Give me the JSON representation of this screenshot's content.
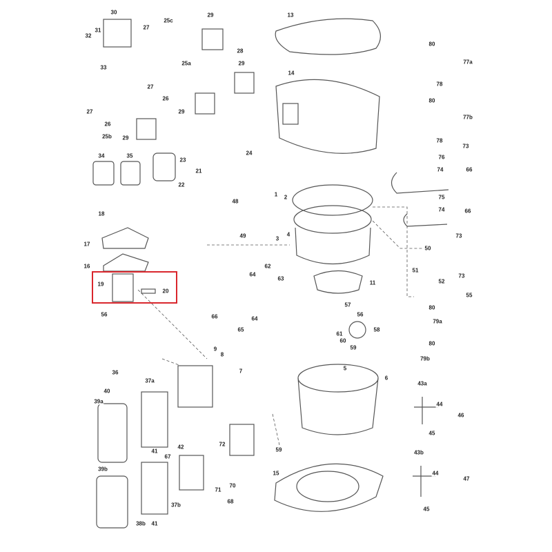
{
  "highlight_color": "#d9262c",
  "labels": [
    "30",
    "32",
    "31",
    "27",
    "33",
    "25c",
    "29",
    "28",
    "29",
    "25a",
    "27",
    "26",
    "29",
    "27",
    "26",
    "25b",
    "29",
    "24",
    "34",
    "35",
    "23",
    "21",
    "22",
    "13",
    "14",
    "80",
    "77a",
    "78",
    "80",
    "77b",
    "78",
    "73",
    "76",
    "74",
    "66",
    "75",
    "74",
    "66",
    "73",
    "50",
    "51",
    "52",
    "73",
    "55",
    "80",
    "79a",
    "80",
    "79b",
    "2",
    "1",
    "4",
    "3",
    "18",
    "48",
    "49",
    "17",
    "16",
    "19",
    "20",
    "62",
    "64",
    "63",
    "11",
    "57",
    "56",
    "56",
    "66",
    "64",
    "65",
    "61",
    "58",
    "60",
    "59",
    "9",
    "8",
    "7",
    "5",
    "6",
    "36",
    "40",
    "37a",
    "39a",
    "43a",
    "44",
    "46",
    "45",
    "72",
    "42",
    "67",
    "41",
    "59",
    "43b",
    "44",
    "47",
    "39b",
    "70",
    "71",
    "15",
    "37b",
    "68",
    "38b",
    "41",
    "45"
  ],
  "highlighted_parts": [
    "19",
    "20"
  ]
}
